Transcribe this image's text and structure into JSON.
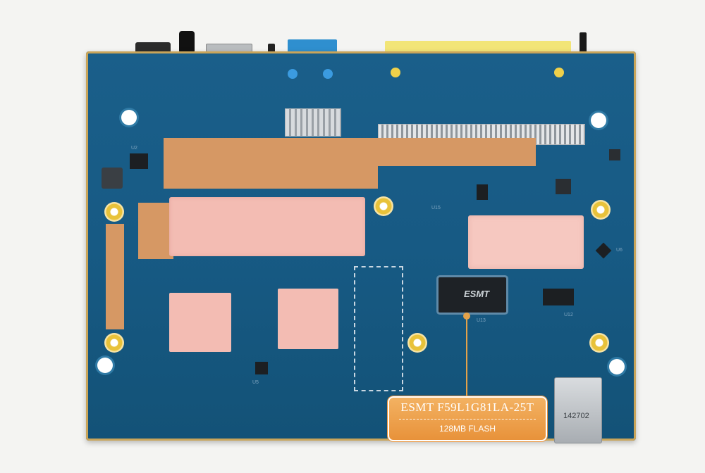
{
  "image": {
    "alt": "Bottom side of a blue router PCB with pink thermal pads, copper areas and mounting holes; an orange callout points to the ESMT flash chip"
  },
  "callout": {
    "title": "ESMT F59L1G81LA-25T",
    "subtitle": "128MB FLASH"
  },
  "markings": {
    "flash_chip_brand": "ESMT",
    "flash_chip_ref": "U13",
    "usb_port_code": "142702",
    "ref_u2": "U2",
    "ref_u5": "U5",
    "ref_u12": "U12",
    "ref_u6": "U6",
    "ref_u15": "U15"
  },
  "colors": {
    "pcb": "#175a84",
    "thermal_pad": "#f0b8b0",
    "copper": "#d89a66",
    "callout": "#ec9b45"
  }
}
